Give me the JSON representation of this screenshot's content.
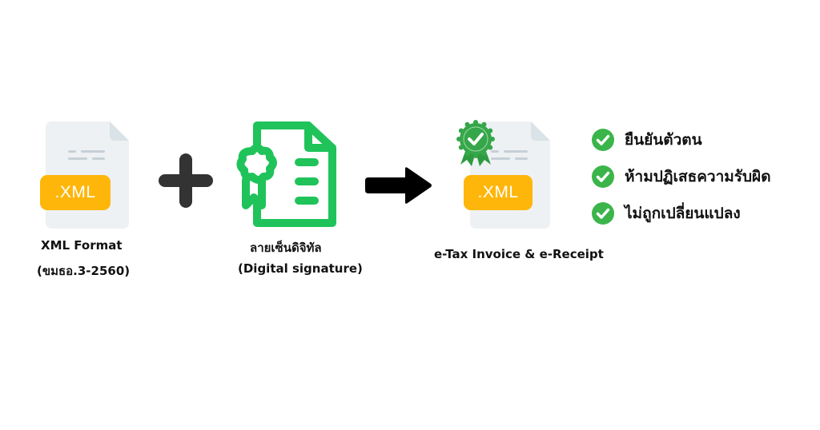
{
  "colors": {
    "doc_body": "#eef1f4",
    "doc_fold": "#d9e3e8",
    "doc_lines": "#c7d0d7",
    "xml_tag": "#ffb60a",
    "plus": "#333333",
    "arrow": "#000000",
    "certificate_green": "#1fc35a",
    "badge_green": "#36a64a",
    "check_green": "#3bb54a"
  },
  "steps": [
    {
      "icon": "xml-file-icon",
      "tag": ".XML",
      "label_line1": "XML Format",
      "label_line2": "(ขมธอ.3-2560)"
    },
    {
      "icon": "plus-icon"
    },
    {
      "icon": "digital-certificate-icon",
      "label_line1": "ลายเซ็นดิจิทัล",
      "label_line2": "(Digital signature)"
    },
    {
      "icon": "arrow-right-icon"
    },
    {
      "icon": "verified-xml-file-icon",
      "tag": ".XML",
      "label_line1": "e-Tax Invoice & e-Receipt"
    }
  ],
  "benefits": [
    {
      "icon": "check-circle-icon",
      "text": "ยืนยันตัวตน"
    },
    {
      "icon": "check-circle-icon",
      "text": "ห้ามปฏิเสธความรับผิด"
    },
    {
      "icon": "check-circle-icon",
      "text": "ไม่ถูกเปลี่ยนแปลง"
    }
  ]
}
